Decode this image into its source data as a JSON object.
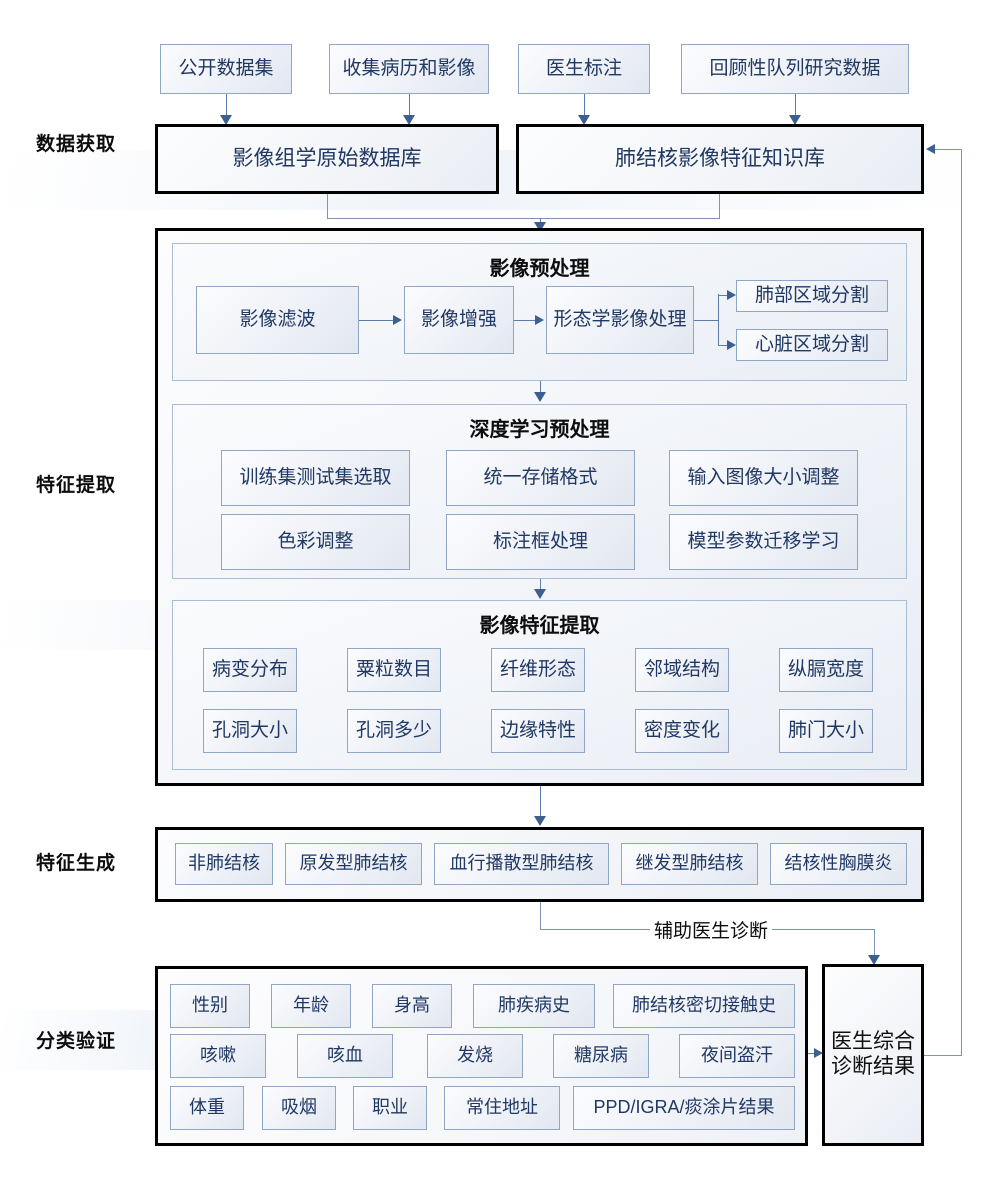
{
  "stages": [
    {
      "label": "数据获取"
    },
    {
      "label": "特征提取"
    },
    {
      "label": "特征生成"
    },
    {
      "label": "分类验证"
    }
  ],
  "data_acquisition": {
    "sources": [
      {
        "label": "公开数据集"
      },
      {
        "label": "收集病历和影像"
      },
      {
        "label": "医生标注"
      },
      {
        "label": "回顾性队列研究数据"
      }
    ],
    "databases": [
      {
        "label": "影像组学原始数据库"
      },
      {
        "label": "肺结核影像特征知识库"
      }
    ]
  },
  "feature_extraction": {
    "preprocessing": {
      "title": "影像预处理",
      "pipeline": [
        {
          "label": "影像滤波"
        },
        {
          "label": "影像增强"
        },
        {
          "label": "形态学影像处理"
        }
      ],
      "segmentation": [
        {
          "label": "肺部区域分割"
        },
        {
          "label": "心脏区域分割"
        }
      ]
    },
    "deep_learning": {
      "title": "深度学习预处理",
      "items": [
        {
          "label": "训练集测试集选取"
        },
        {
          "label": "统一存储格式"
        },
        {
          "label": "输入图像大小调整"
        },
        {
          "label": "色彩调整"
        },
        {
          "label": "标注框处理"
        },
        {
          "label": "模型参数迁移学习"
        }
      ]
    },
    "image_features": {
      "title": "影像特征提取",
      "items": [
        {
          "label": "病变分布"
        },
        {
          "label": "粟粒数目"
        },
        {
          "label": "纤维形态"
        },
        {
          "label": "邻域结构"
        },
        {
          "label": "纵膈宽度"
        },
        {
          "label": "孔洞大小"
        },
        {
          "label": "孔洞多少"
        },
        {
          "label": "边缘特性"
        },
        {
          "label": "密度变化"
        },
        {
          "label": "肺门大小"
        }
      ]
    }
  },
  "feature_generation": {
    "classes": [
      {
        "label": "非肺结核"
      },
      {
        "label": "原发型肺结核"
      },
      {
        "label": "血行播散型肺结核"
      },
      {
        "label": "继发型肺结核"
      },
      {
        "label": "结核性胸膜炎"
      }
    ]
  },
  "classification_validation": {
    "row1": [
      {
        "label": "性别"
      },
      {
        "label": "年龄"
      },
      {
        "label": "身高"
      },
      {
        "label": "肺疾病史"
      },
      {
        "label": "肺结核密切接触史"
      }
    ],
    "row2": [
      {
        "label": "咳嗽"
      },
      {
        "label": "咳血"
      },
      {
        "label": "发烧"
      },
      {
        "label": "糖尿病"
      },
      {
        "label": "夜间盗汗"
      }
    ],
    "row3": [
      {
        "label": "体重"
      },
      {
        "label": "吸烟"
      },
      {
        "label": "职业"
      },
      {
        "label": "常住地址"
      },
      {
        "label": "PPD/IGRA/痰涂片结果"
      }
    ],
    "doctor_result": {
      "line1": "医生综合",
      "line2": "诊断结果"
    }
  },
  "edges": {
    "assist_diagnosis": "辅助医生诊断"
  },
  "colors": {
    "leaf_text": "#203864",
    "leaf_border": "#8fa6c4",
    "container_border": "#000000",
    "connector": "#5b7ca8",
    "arrow": "#3c5f8f",
    "stage_label": "#0d0d0d"
  }
}
